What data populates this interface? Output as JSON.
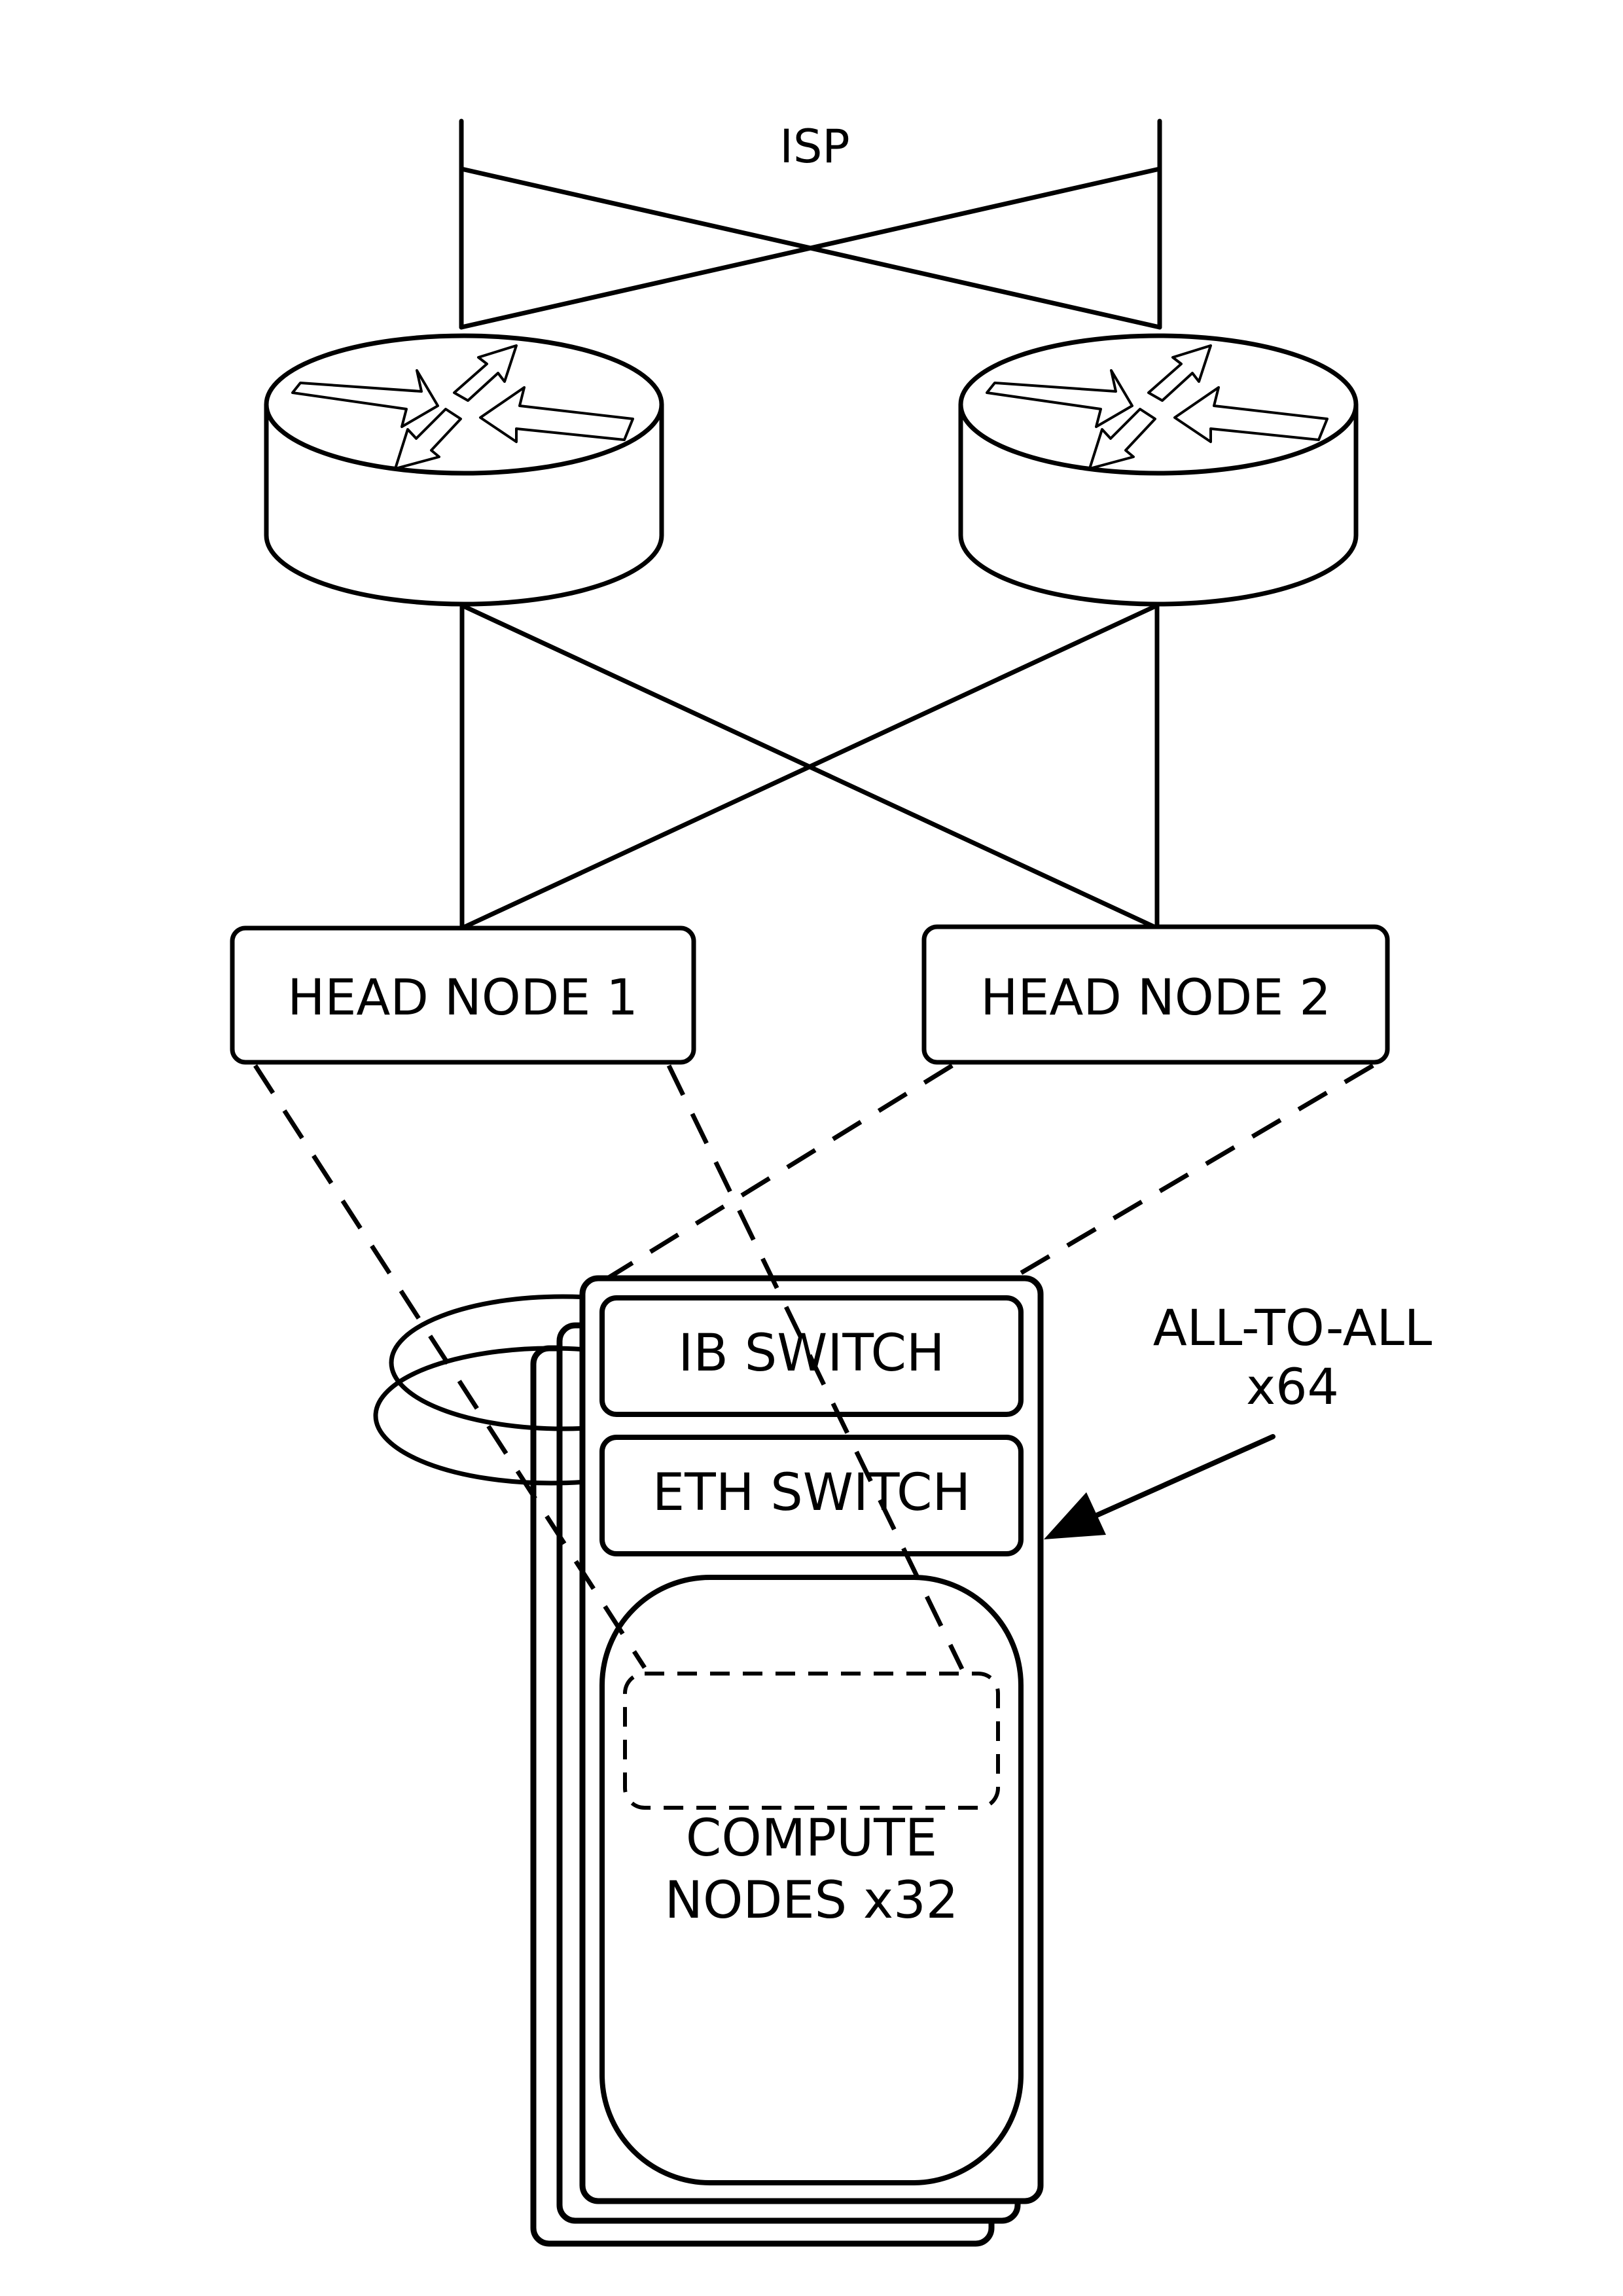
{
  "isp_label": "ISP",
  "head_nodes": [
    {
      "label": "HEAD NODE 1"
    },
    {
      "label": "HEAD NODE 2"
    }
  ],
  "rack": {
    "ib_switch_label": "IB SWITCH",
    "eth_switch_label": "ETH SWITCH",
    "compute_line1": "COMPUTE",
    "compute_line2": "NODES x32"
  },
  "annotation": {
    "line1": "ALL-TO-ALL",
    "line2": "x64"
  },
  "colors": {
    "stroke": "#000000",
    "background": "#ffffff"
  },
  "icons": {
    "router": "router-icon",
    "arrow": "arrow-icon"
  }
}
